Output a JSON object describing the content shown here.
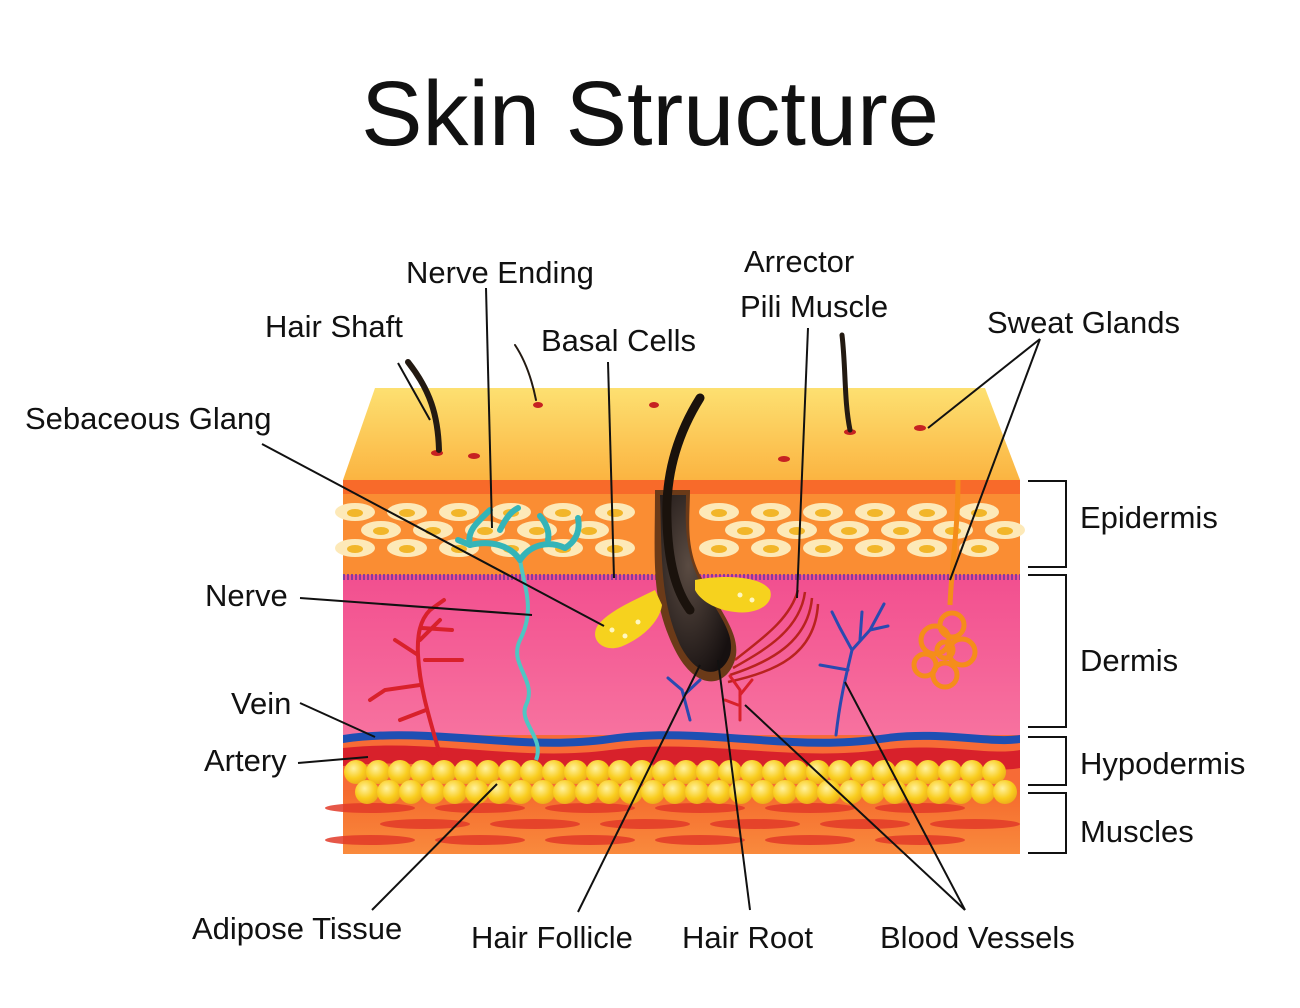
{
  "title": "Skin Structure",
  "labels": {
    "nerve_ending": "Nerve Ending",
    "hair_shaft": "Hair Shaft",
    "basal_cells": "Basal Cells",
    "arrector_1": "Arrector",
    "arrector_2": "Pili Muscle",
    "sweat_glands": "Sweat Glands",
    "sebaceous": "Sebaceous Glang",
    "nerve": "Nerve",
    "vein": "Vein",
    "artery": "Artery",
    "adipose": "Adipose Tissue",
    "hair_follicle": "Hair Follicle",
    "hair_root": "Hair Root",
    "blood_vessels": "Blood Vessels"
  },
  "layers": {
    "epidermis": "Epidermis",
    "dermis": "Dermis",
    "hypodermis": "Hypodermis",
    "muscles": "Muscles"
  },
  "colors": {
    "surface": "#fbc34a",
    "epidermis": "#fa8a34",
    "dermis": "#f35c92",
    "vein": "#1e4fb3",
    "artery": "#d8212b",
    "fat": "#f7c51d",
    "muscle": "#f0552c",
    "nerve": "#4fc6c3",
    "hair": "#231a12"
  }
}
